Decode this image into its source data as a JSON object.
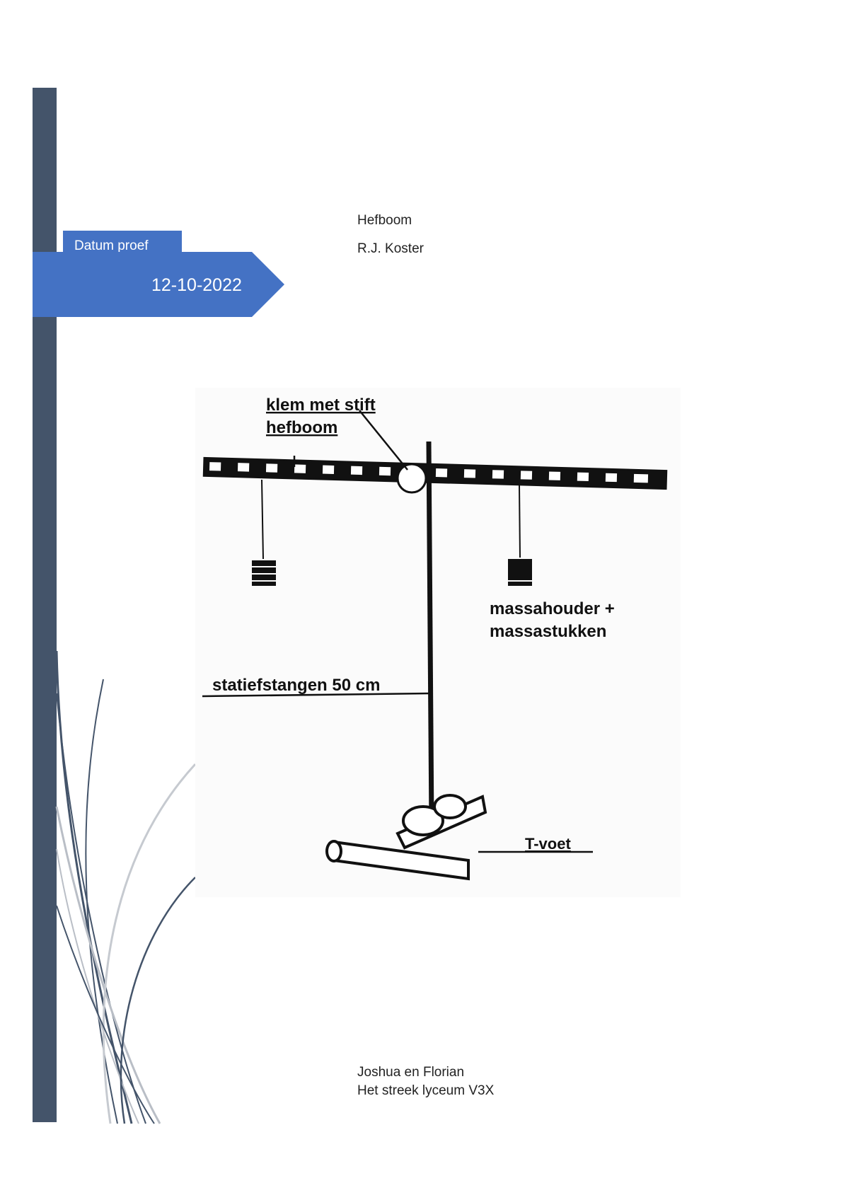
{
  "cover": {
    "date_tab_label": "Datum proef",
    "date_value": "12-10-2022",
    "title": "Hefboom",
    "author": "R.J. Koster",
    "footer": {
      "names": "Joshua en Florian",
      "school_class": "Het streek lyceum V3X"
    }
  },
  "figure": {
    "labels": {
      "clamp": "klem met stift",
      "lever": "hefboom",
      "mass_line1": "massahouder  +",
      "mass_line2": "massastukken",
      "rod": "statiefstangen 50 cm",
      "foot": "T-voet"
    }
  },
  "colors": {
    "sidebar": "#44546a",
    "accent": "#4472c4"
  }
}
